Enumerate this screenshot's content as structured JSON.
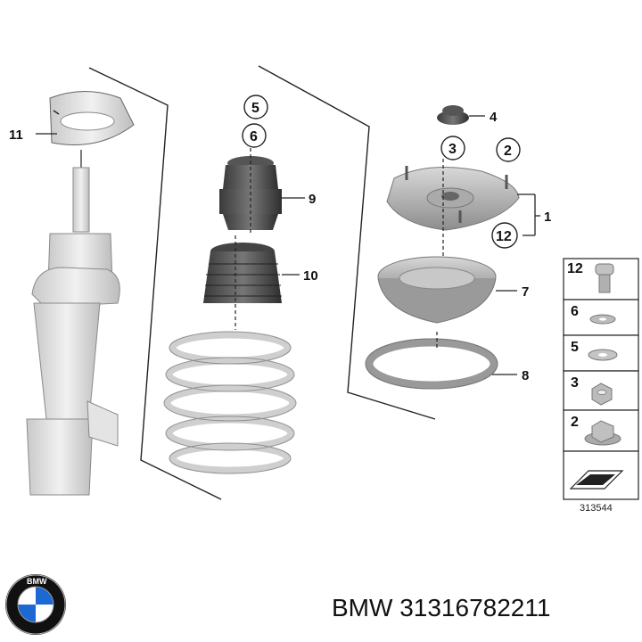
{
  "labels": {
    "l1": "1",
    "l2": "2",
    "l3": "3",
    "l4": "4",
    "l5": "5",
    "l6": "6",
    "l7": "7",
    "l8": "8",
    "l9": "9",
    "l10": "10",
    "l11": "11",
    "l12": "12"
  },
  "legend": [
    {
      "num": "12",
      "icon": "bolt-icon"
    },
    {
      "num": "6",
      "icon": "washer-icon"
    },
    {
      "num": "5",
      "icon": "washer-icon"
    },
    {
      "num": "3",
      "icon": "hex-nut-icon"
    },
    {
      "num": "2",
      "icon": "flange-nut-icon"
    }
  ],
  "diagram_code": "313544",
  "brand": {
    "logo_text": "BMW",
    "part_number": "BMW 31316782211",
    "colors": {
      "blue": "#1c69d4",
      "ring": "#111111"
    }
  }
}
